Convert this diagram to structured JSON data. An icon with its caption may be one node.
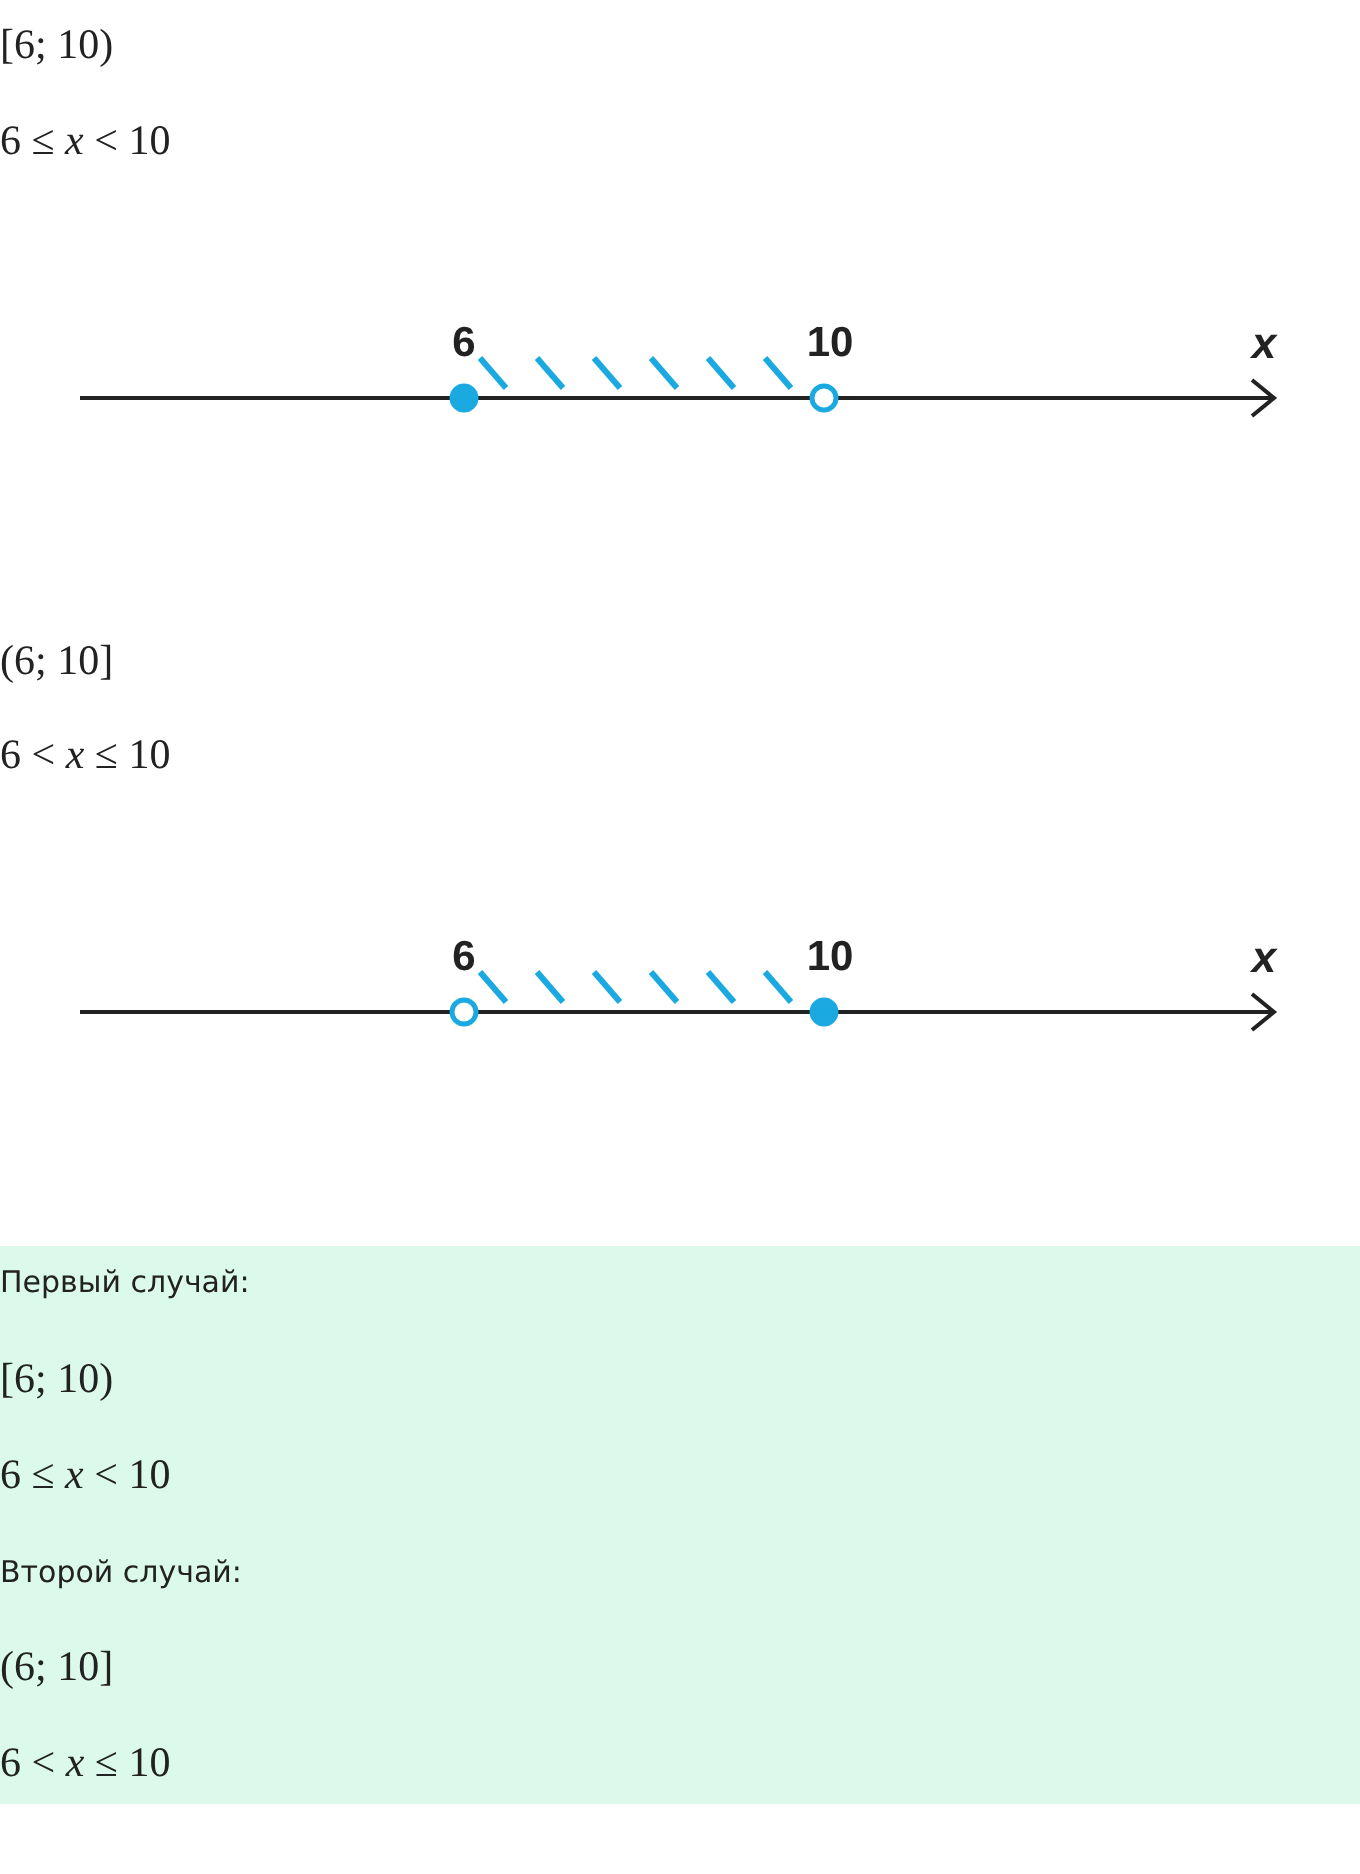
{
  "diagram": {
    "labels": [
      "[6; 10)",
      "6 ≤ *x* < 10",
      "6",
      "10",
      "x",
      "(6; 10]",
      "6 < *x* ≤ 10",
      "6",
      "10",
      "x",
      "Первый случай:",
      "[6; 10)",
      "6 ≤ *x* < 10",
      "Второй случай:",
      "(6; 10]",
      "6 < *x* ≤ 10"
    ]
  }
}
